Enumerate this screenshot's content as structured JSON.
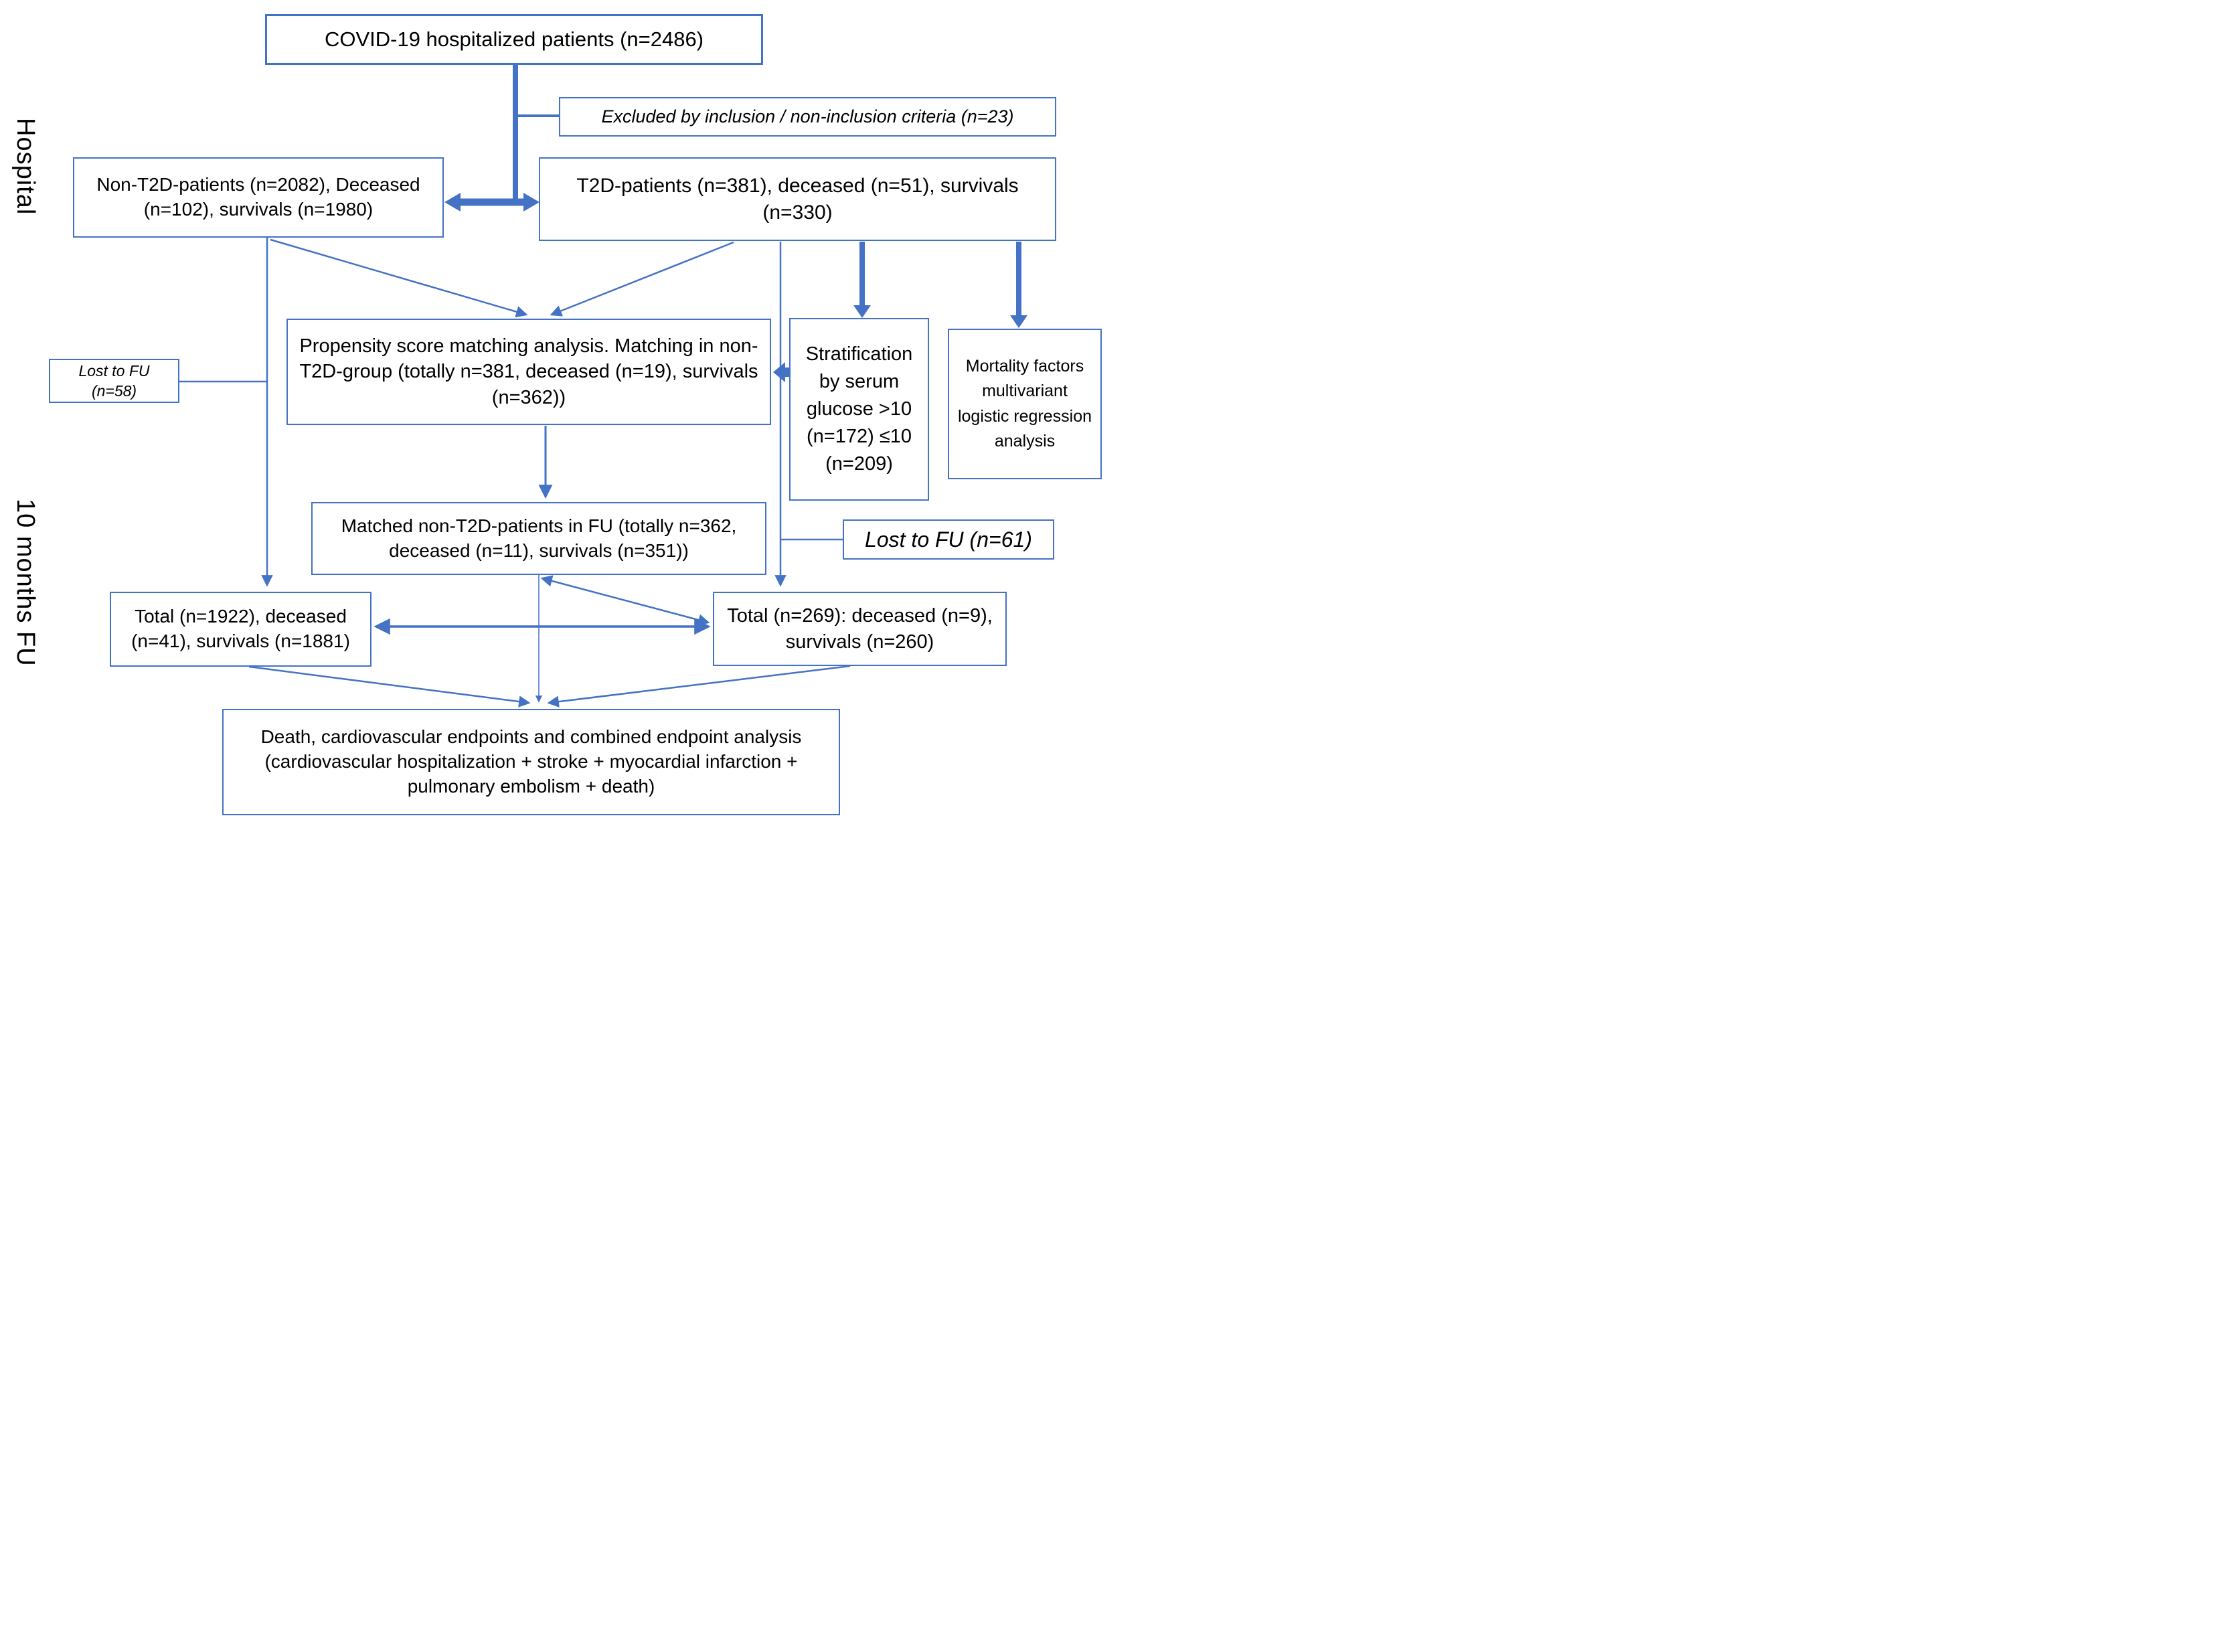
{
  "colors": {
    "accent": "#4472C4",
    "text": "#000000",
    "background": "#ffffff"
  },
  "side_labels": {
    "hospital": "Hospital",
    "followup": "10 months FU"
  },
  "nodes": {
    "top": "COVID-19 hospitalized patients (n=2486)",
    "excluded": "Excluded by inclusion / non-inclusion criteria (n=23)",
    "non_t2d": "Non-T2D-patients (n=2082), Deceased (n=102), survivals (n=1980)",
    "t2d": "T2D-patients (n=381), deceased (n=51), survivals (n=330)",
    "propensity": "Propensity score matching analysis. Matching in non-T2D-group (totally n=381, deceased (n=19), survivals (n=362))",
    "stratification": "Stratification by serum glucose >10 (n=172) ≤10 (n=209)",
    "mortality": "Mortality factors multivariant logistic regression analysis",
    "lost_fu_58": "Lost to FU (n=58)",
    "matched": "Matched non-T2D-patients in FU (totally n=362, deceased (n=11), survivals (n=351))",
    "lost_fu_61": "Lost to FU (n=61)",
    "total_non_t2d": "Total (n=1922), deceased (n=41), survivals (n=1881)",
    "total_t2d": "Total (n=269): deceased (n=9), survivals (n=260)",
    "endpoint": "Death, cardiovascular endpoints and combined endpoint analysis (cardiovascular hospitalization + stroke + myocardial infarction + pulmonary embolism + death)"
  }
}
